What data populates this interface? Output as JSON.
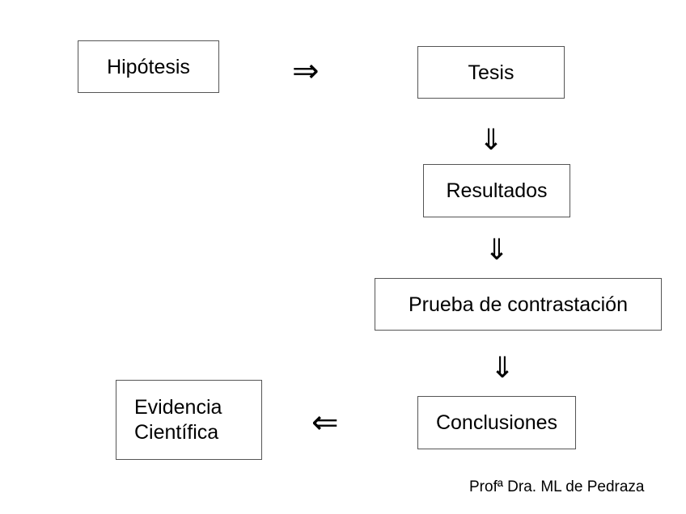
{
  "diagram": {
    "nodes": {
      "hipotesis": "Hipótesis",
      "tesis": "Tesis",
      "resultados": "Resultados",
      "prueba": "Prueba de contrastación",
      "conclusiones": "Conclusiones",
      "evidencia_line1": "Evidencia",
      "evidencia_line2": "Científica"
    },
    "arrows": {
      "right": "⇒",
      "down": "⇓",
      "left": "⇐"
    },
    "edges": [
      {
        "from": "Hipótesis",
        "to": "Tesis"
      },
      {
        "from": "Tesis",
        "to": "Resultados"
      },
      {
        "from": "Resultados",
        "to": "Prueba de contrastación"
      },
      {
        "from": "Prueba de contrastación",
        "to": "Conclusiones"
      },
      {
        "from": "Conclusiones",
        "to": "Evidencia Científica"
      }
    ]
  },
  "footer": {
    "credit": "Profª Dra. ML de Pedraza"
  }
}
